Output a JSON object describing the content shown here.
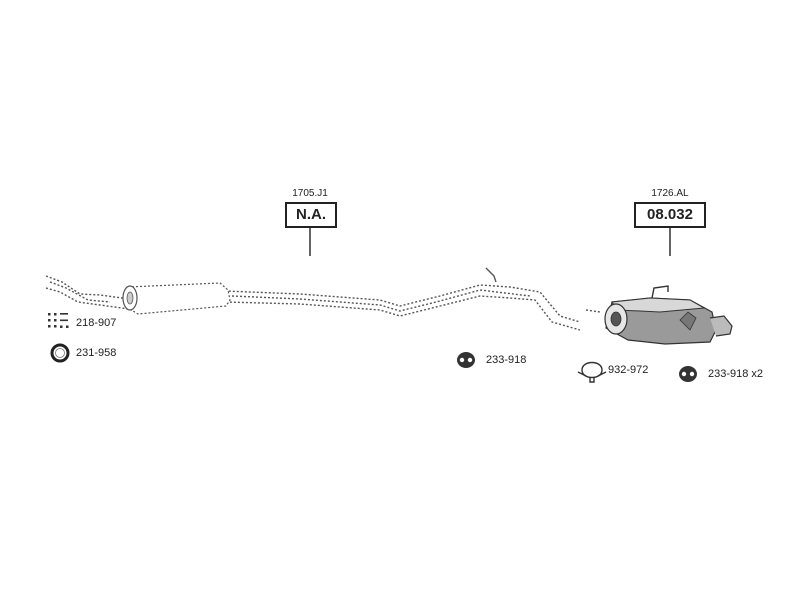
{
  "diagram": {
    "front_section": {
      "ref_code": "1705.J1",
      "part_number": "N.A."
    },
    "rear_muffler": {
      "ref_code": "1726.AL",
      "part_number": "08.032"
    },
    "accessories": {
      "clamp_kit": "218-907",
      "gasket_ring": "231-958",
      "rubber_mount_center": "233-918",
      "clamp": "932-972",
      "rubber_mount_rear": "233-918 x2"
    },
    "icons": {
      "clamp_kit": "bolt-kit-icon",
      "gasket_ring": "ring-gasket-icon",
      "rubber_mount": "rubber-mount-icon",
      "clamp": "clamp-icon"
    },
    "colors": {
      "line": "#222222",
      "pipe": "#555555"
    }
  }
}
